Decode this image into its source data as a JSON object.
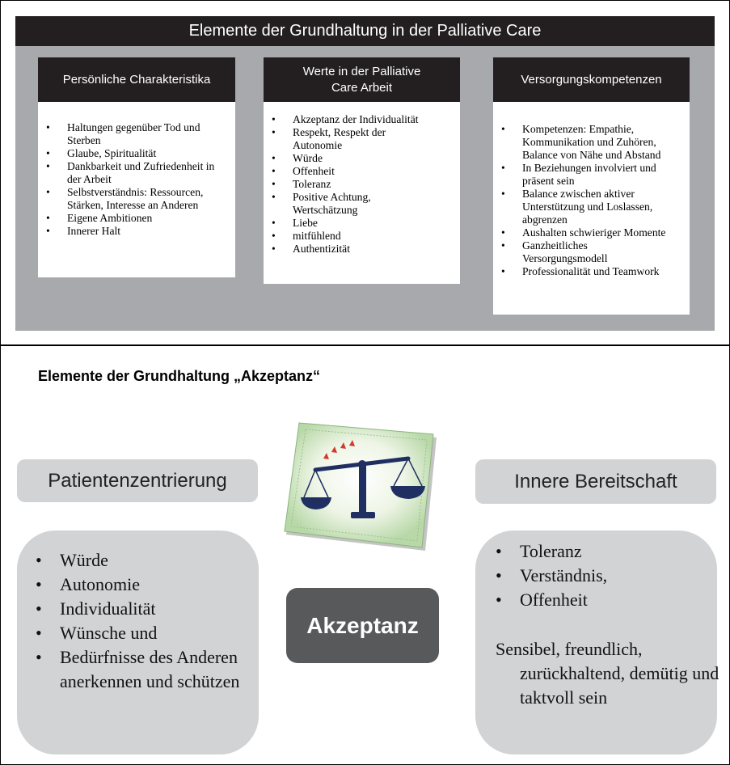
{
  "top": {
    "title": "Elemente der Grundhaltung in der Palliative Care",
    "columns": [
      {
        "heading": "Persönliche Charakteristika",
        "items": [
          "Haltungen gegenüber Tod und Sterben",
          "Glaube, Spiritualität",
          "Dankbarkeit und Zufriedenheit in der Arbeit",
          "Selbstverständnis: Ressourcen, Stärken, Interesse an Anderen",
          "Eigene Ambitionen",
          "Innerer Halt"
        ]
      },
      {
        "heading": "Werte in der Palliative Care Arbeit",
        "items": [
          "Akzeptanz der Individualität",
          "Respekt, Respekt der Autonomie",
          "Würde",
          "Offenheit",
          "Toleranz",
          "Positive Achtung, Wertschätzung",
          "Liebe",
          "mitfühlend",
          "Authentizität"
        ]
      },
      {
        "heading": "Versorgungskompetenzen",
        "items": [
          "Kompetenzen: Empathie, Kommunikation und Zuhören, Balance von Nähe und Abstand",
          "In Beziehungen involviert und präsent sein",
          "Balance zwischen aktiver Unterstützung und Loslassen, abgrenzen",
          "Aushalten schwieriger Momente",
          "Ganzheitliches Versorgungsmodell",
          "Professionalität und Teamwork"
        ]
      }
    ]
  },
  "bottom": {
    "title": "Elemente der Grundhaltung „Akzeptanz“",
    "left_heading": "Patientenzentrierung",
    "left_items": [
      "Würde",
      "Autonomie",
      "Individualität",
      "Wünsche und",
      "Bedürfnisse des Anderen anerkennen und schützen"
    ],
    "right_heading": "Innere Bereitschaft",
    "right_items": [
      "Toleranz",
      "Verständnis,",
      "Offenheit"
    ],
    "right_text": "Sensibel, freundlich, zurückhaltend, demütig und taktvoll sein",
    "center_label": "Akzeptanz",
    "image_icon": "balance-scale-icon"
  }
}
